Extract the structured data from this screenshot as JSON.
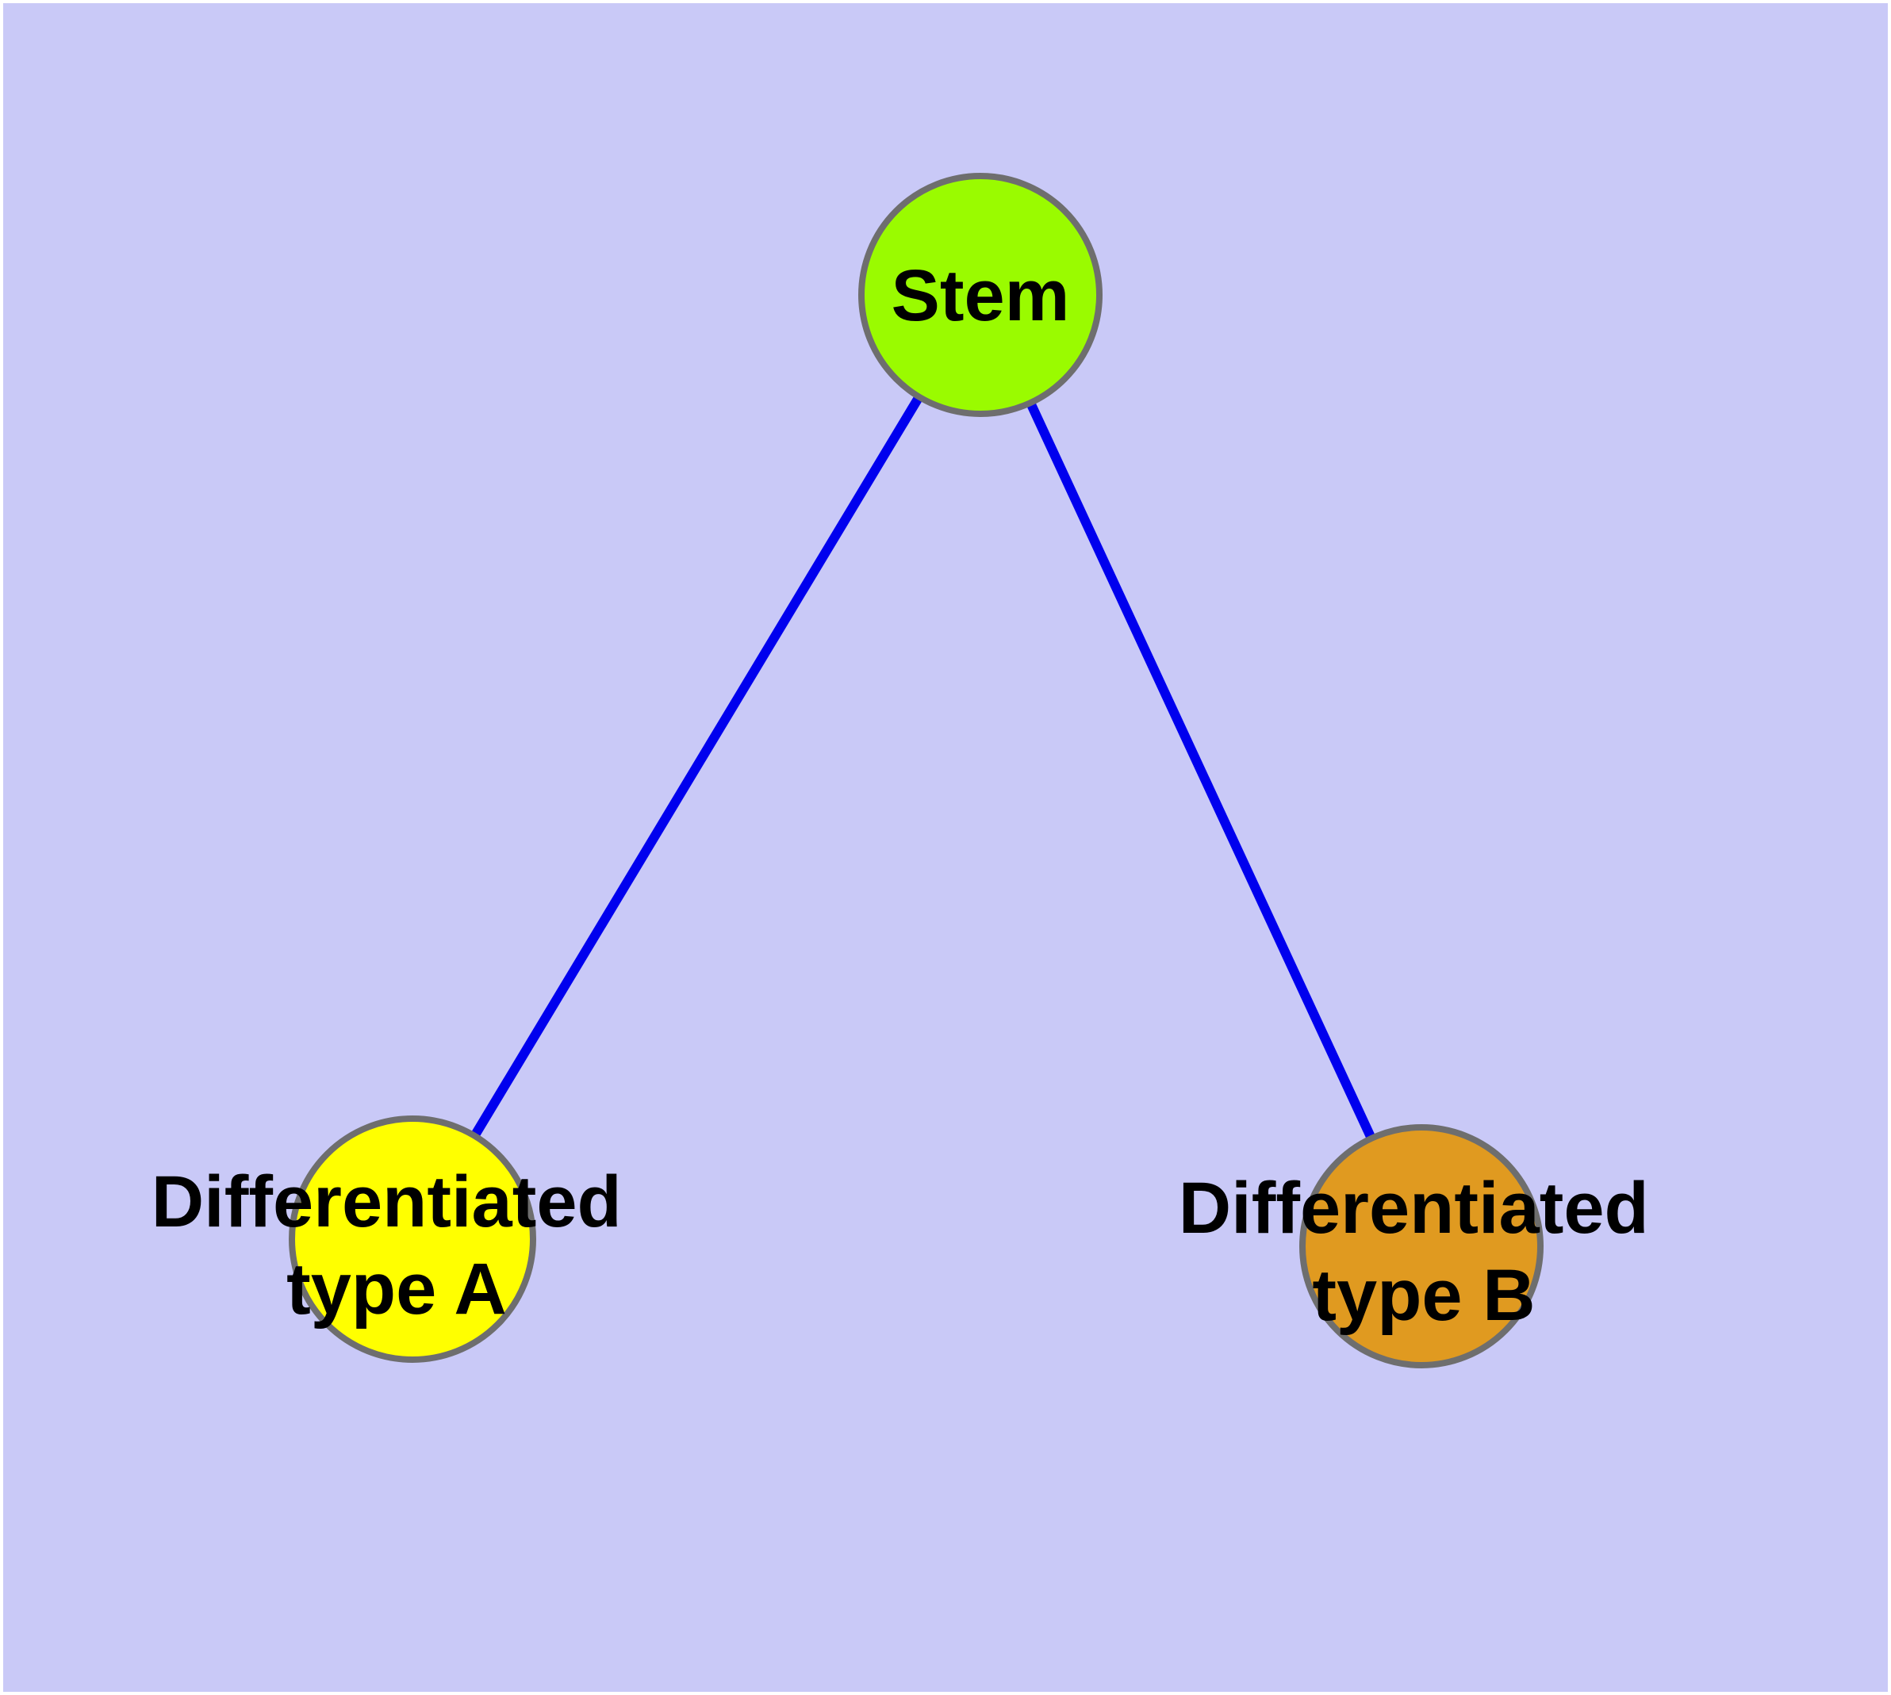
{
  "diagram": {
    "title": "",
    "background_color": "#C9C9F7",
    "edge_color": "#0000EE",
    "node_border_color": "#6E6E6E",
    "label_color": "#000000",
    "nodes": {
      "stem": {
        "label": "Stem",
        "color": "#9AFB00"
      },
      "type_a": {
        "label_line1": "Differentiated",
        "label_line2": "type A",
        "color": "#FFFF00"
      },
      "type_b": {
        "label_line1": "Differentiated",
        "label_line2": "type B",
        "color": "#E09A20"
      }
    },
    "edges": [
      {
        "from": "Stem",
        "to": "Differentiated type A"
      },
      {
        "from": "Stem",
        "to": "Differentiated type B"
      }
    ]
  }
}
